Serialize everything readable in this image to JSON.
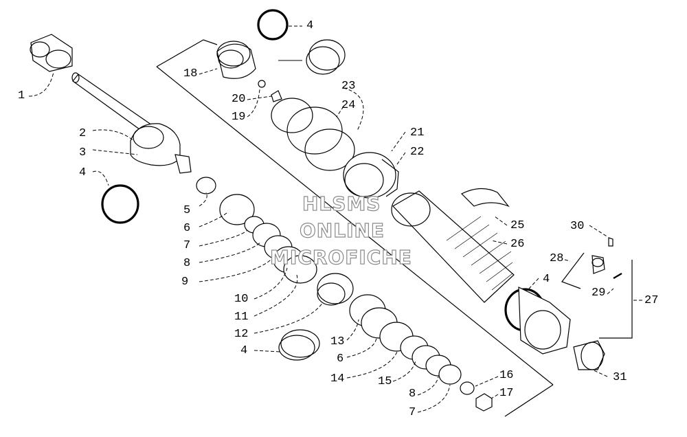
{
  "watermark": {
    "line1": "HLSMS",
    "line2": "ONLINE",
    "line3": "MICROFICHE"
  },
  "callouts": {
    "c1": "1",
    "c2": "2",
    "c3": "3",
    "c4a": "4",
    "c4b": "4",
    "c4c": "4",
    "c4d": "4",
    "c5": "5",
    "c6a": "6",
    "c6b": "6",
    "c7a": "7",
    "c7b": "7",
    "c8a": "8",
    "c8b": "8",
    "c9": "9",
    "c10": "10",
    "c11": "11",
    "c12": "12",
    "c13": "13",
    "c14": "14",
    "c15": "15",
    "c16": "16",
    "c17": "17",
    "c18": "18",
    "c19": "19",
    "c20": "20",
    "c21": "21",
    "c22": "22",
    "c23": "23",
    "c24": "24",
    "c25": "25",
    "c26": "26",
    "c27": "27",
    "c28": "28",
    "c29": "29",
    "c30": "30",
    "c31": "31"
  },
  "colors": {
    "line": "#000000",
    "highlight_ring": "#000000",
    "watermark_stroke": "#8a8a8a"
  }
}
